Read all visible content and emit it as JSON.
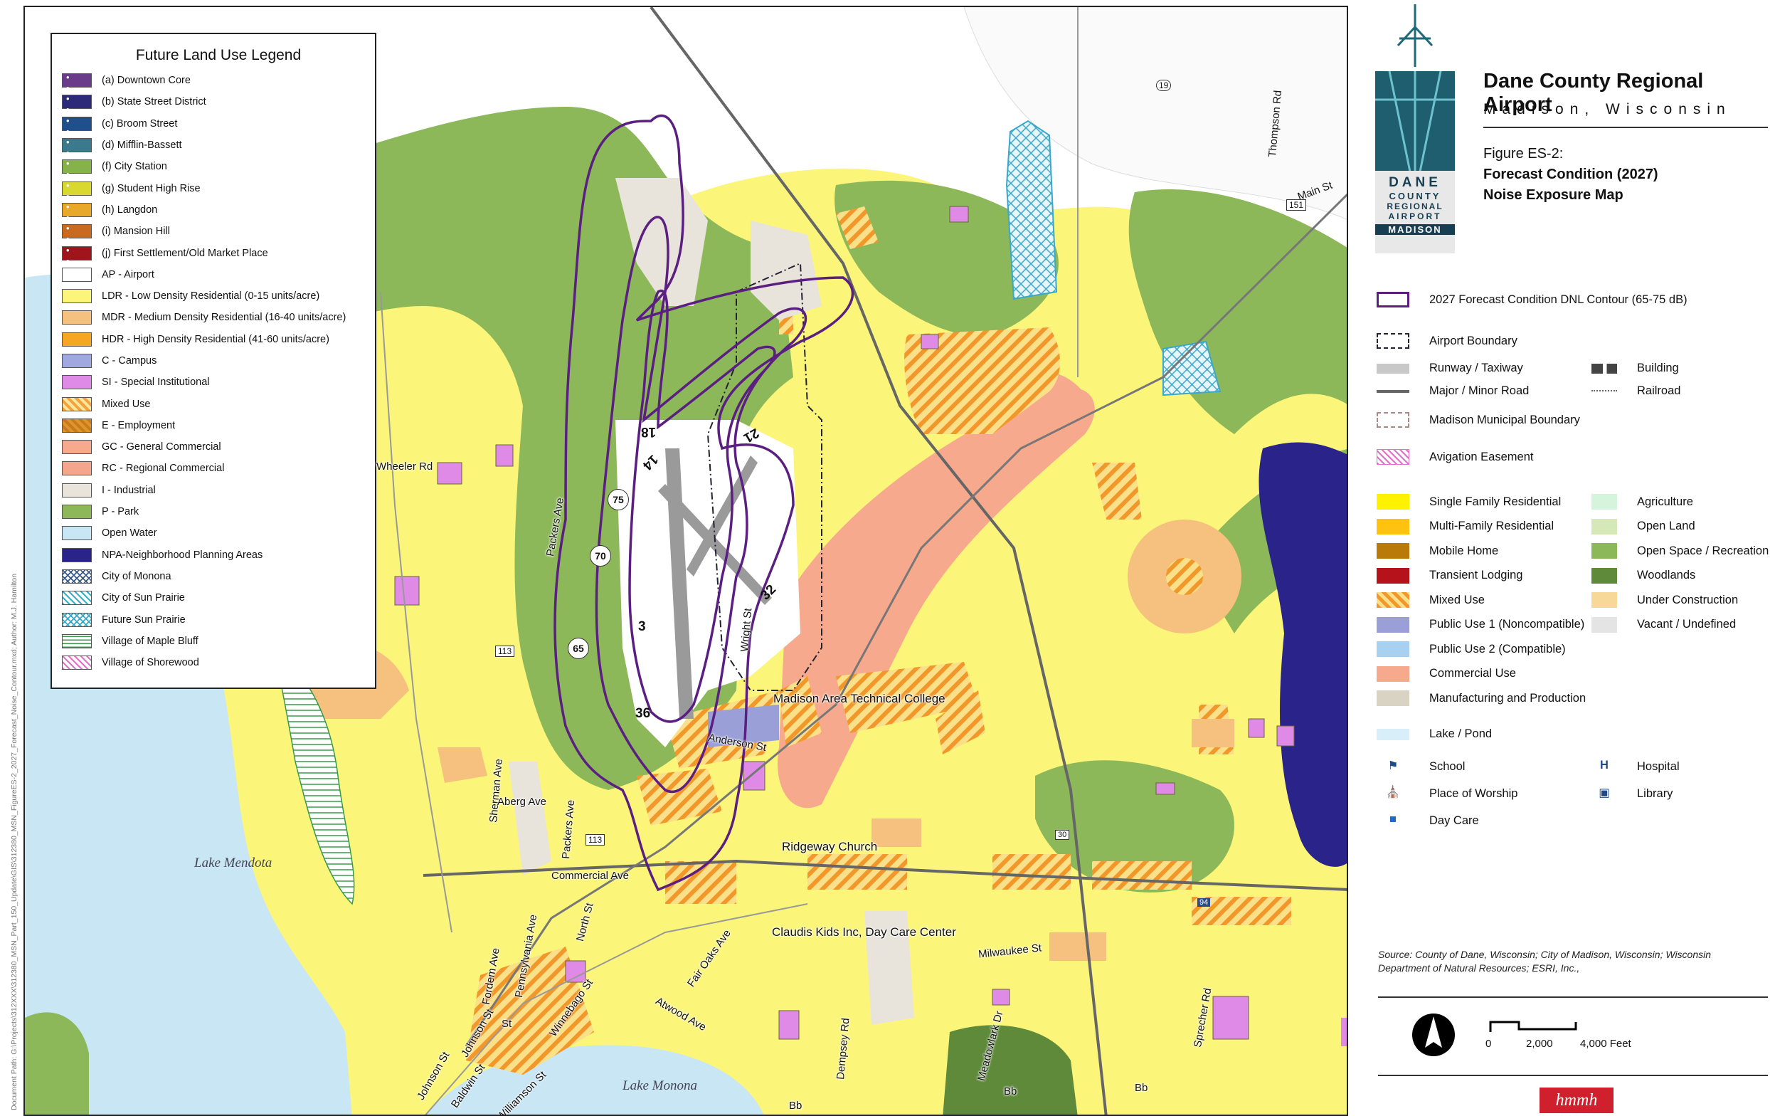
{
  "side_text": "Document Path: G:\\Projects\\312XXX\\312380_MSN_Part_150_Update\\GIS\\312380_MSN_FigureES-2_2027_Forecast_Noise_Contour.mxd; Author: M.J. Hamilton",
  "legend": {
    "title": "Future Land Use Legend",
    "items": [
      {
        "label": "(a)  Downtown Core",
        "color": "#6a3b8a",
        "style": "dots"
      },
      {
        "label": "(b) State Street District",
        "color": "#2e2a7a",
        "style": "dots"
      },
      {
        "label": "(c) Broom Street",
        "color": "#1f4f8c",
        "style": "dots"
      },
      {
        "label": "(d) Mifflin-Bassett",
        "color": "#3a7a8c",
        "style": "dots"
      },
      {
        "label": "(f) City Station",
        "color": "#86b24c",
        "style": "dots"
      },
      {
        "label": "(g) Student High Rise",
        "color": "#d8d830",
        "style": "dots"
      },
      {
        "label": "(h) Langdon",
        "color": "#e8a82a",
        "style": "dots"
      },
      {
        "label": "(i) Mansion Hill",
        "color": "#c86a20",
        "style": "dots"
      },
      {
        "label": "(j) First Settlement/Old Market Place",
        "color": "#a0141c",
        "style": "dots"
      },
      {
        "label": "AP - Airport",
        "color": "#ffffff",
        "style": "solid"
      },
      {
        "label": "LDR - Low Density Residential (0-15 units/acre)",
        "color": "#fbf57a",
        "style": "solid"
      },
      {
        "label": "MDR - Medium Density Residential (16-40 units/acre)",
        "color": "#f6c07e",
        "style": "solid"
      },
      {
        "label": "HDR - High Density Residential (41-60 units/acre)",
        "color": "#f5a623",
        "style": "solid"
      },
      {
        "label": "C - Campus",
        "color": "#9fa8e0",
        "style": "solid"
      },
      {
        "label": "SI - Special Institutional",
        "color": "#e08ae8",
        "style": "solid"
      },
      {
        "label": "Mixed Use",
        "color": "#f6a23a",
        "color2": "#fbe6a0",
        "style": "hatch"
      },
      {
        "label": "E - Employment",
        "color": "#e0942a",
        "color2": "#c87a20",
        "style": "hatch"
      },
      {
        "label": "GC - General Commercial",
        "color": "#f7a98e",
        "style": "solid"
      },
      {
        "label": "RC - Regional Commercial",
        "color": "#f4a68c",
        "style": "solid"
      },
      {
        "label": "I - Industrial",
        "color": "#e8e4dc",
        "style": "solid"
      },
      {
        "label": "P - Park",
        "color": "#8db85a",
        "style": "solid"
      },
      {
        "label": "Open Water",
        "color": "#c8e6f4",
        "style": "solid"
      },
      {
        "label": "NPA-Neighborhood Planning Areas",
        "color": "#2a238a",
        "style": "solid"
      },
      {
        "label": "City of Monona",
        "color": "#3a5a8a",
        "style": "xhatch"
      },
      {
        "label": "City of Sun Prairie",
        "color": "#3ab0c8",
        "style": "dhatch"
      },
      {
        "label": "Future Sun Prairie",
        "color": "#3aa8c8",
        "style": "xhatch"
      },
      {
        "label": "Village of Maple Bluff",
        "color": "#3a9a4a",
        "style": "hlines"
      },
      {
        "label": "Village of Shorewood",
        "color": "#e070c8",
        "style": "dhatch"
      }
    ]
  },
  "map_labels": {
    "wheeler": "Wheeler Rd",
    "packers1": "Packers Ave",
    "packers2": "Packers Ave",
    "sherman": "Sherman Ave",
    "aberg": "Aberg Ave",
    "commercial": "Commercial Ave",
    "north": "North St",
    "penn": "Pennsylvania Ave",
    "fordem": "Fordem Ave",
    "johnson1": "Johnson St",
    "johnson2": "Johnson St",
    "baldwin": "Baldwin St",
    "williamson": "Williamson St",
    "winnebago": "Winnebago St",
    "fairoaks": "Fair Oaks Ave",
    "atwood": "Atwood Ave",
    "dempsey": "Dempsey Rd",
    "meadowlark": "Meadowlark Dr",
    "sprecher": "Sprecher Rd",
    "milwaukee": "Milwaukee St",
    "thompson": "Thompson Rd",
    "main": "Main St",
    "wright": "Wright St",
    "anderson": "Anderson St",
    "matc": "Madison Area Technical College",
    "ridgeway": "Ridgeway Church",
    "claudis": "Claudis Kids Inc, Day Care Center",
    "lake_mendota": "Lake Mendota",
    "lake_monona": "Lake Monona",
    "bb1": "Bb",
    "bb2": "Bb",
    "bb3": "Bb",
    "st": "St",
    "hwy113a": "113",
    "hwy113b": "113",
    "hwy19": "19",
    "hwy151": "151",
    "hwy30": "30",
    "hwy94": "94"
  },
  "contours": {
    "c75": "75",
    "c70": "70",
    "c65": "65"
  },
  "runways": {
    "r18": "18",
    "r36": "36",
    "r14": "14",
    "r32": "32",
    "r21": "21",
    "r3": "3"
  },
  "title": {
    "main": "Dane County Regional Airport",
    "sub": "Madison, Wisconsin",
    "figure": "Figure ES-2:",
    "line2": "Forecast Condition (2027)",
    "line3": "Noise Exposure Map"
  },
  "logo": {
    "l1": "DANE",
    "l2": "COUNTY",
    "l3": "REGIONAL",
    "l4": "AIRPORT",
    "l5": "MADISON"
  },
  "side_legend": {
    "contour": "2027 Forecast Condition DNL Contour (65-75 dB)",
    "boundary": "Airport Boundary",
    "runway": "Runway / Taxiway",
    "building": "Building",
    "road": "Major / Minor Road",
    "railroad": "Railroad",
    "muni": "Madison Municipal Boundary",
    "avigation": "Avigation Easement",
    "left": [
      {
        "label": "Single Family Residential",
        "color": "#fff200"
      },
      {
        "label": "Multi-Family Residential",
        "color": "#ffc20e"
      },
      {
        "label": "Mobile Home",
        "color": "#b97a0a"
      },
      {
        "label": "Transient Lodging",
        "color": "#b5121b"
      },
      {
        "label": "Mixed Use",
        "color": "#f6a23a"
      },
      {
        "label": "Public Use 1 (Noncompatible)",
        "color": "#9a9fd8"
      },
      {
        "label": "Public Use 2 (Compatible)",
        "color": "#a8d0f0"
      },
      {
        "label": "Commercial Use",
        "color": "#f7a98e"
      },
      {
        "label": "Manufacturing and Production",
        "color": "#d9d3c3"
      }
    ],
    "right": [
      {
        "label": "Agriculture",
        "color": "#d4f5dc"
      },
      {
        "label": "Open Land",
        "color": "#d4e8b8"
      },
      {
        "label": "Open Space / Recreation",
        "color": "#8db85a"
      },
      {
        "label": "Woodlands",
        "color": "#5f8a3a"
      },
      {
        "label": "Under Construction",
        "color": "#f8d898"
      },
      {
        "label": "Vacant / Undefined",
        "color": "#e4e4e4"
      }
    ],
    "lake": "Lake / Pond",
    "school": "School",
    "hospital": "Hospital",
    "worship": "Place of Worship",
    "library": "Library",
    "daycare": "Day Care"
  },
  "source": "Source: County of Dane, Wisconsin; City of Madison, Wisconsin; Wisconsin Department of Natural Resources; ESRI, Inc.,",
  "scale": {
    "zero": "0",
    "mid": "2,000",
    "end": "4,000 Feet"
  },
  "firm": "hmmh",
  "colors": {
    "contour": "#5b1f82",
    "park": "#8db85a",
    "ldr": "#fbf57a",
    "water": "#c8e6f4",
    "npa": "#2a238a",
    "commercial": "#f7a98e"
  }
}
